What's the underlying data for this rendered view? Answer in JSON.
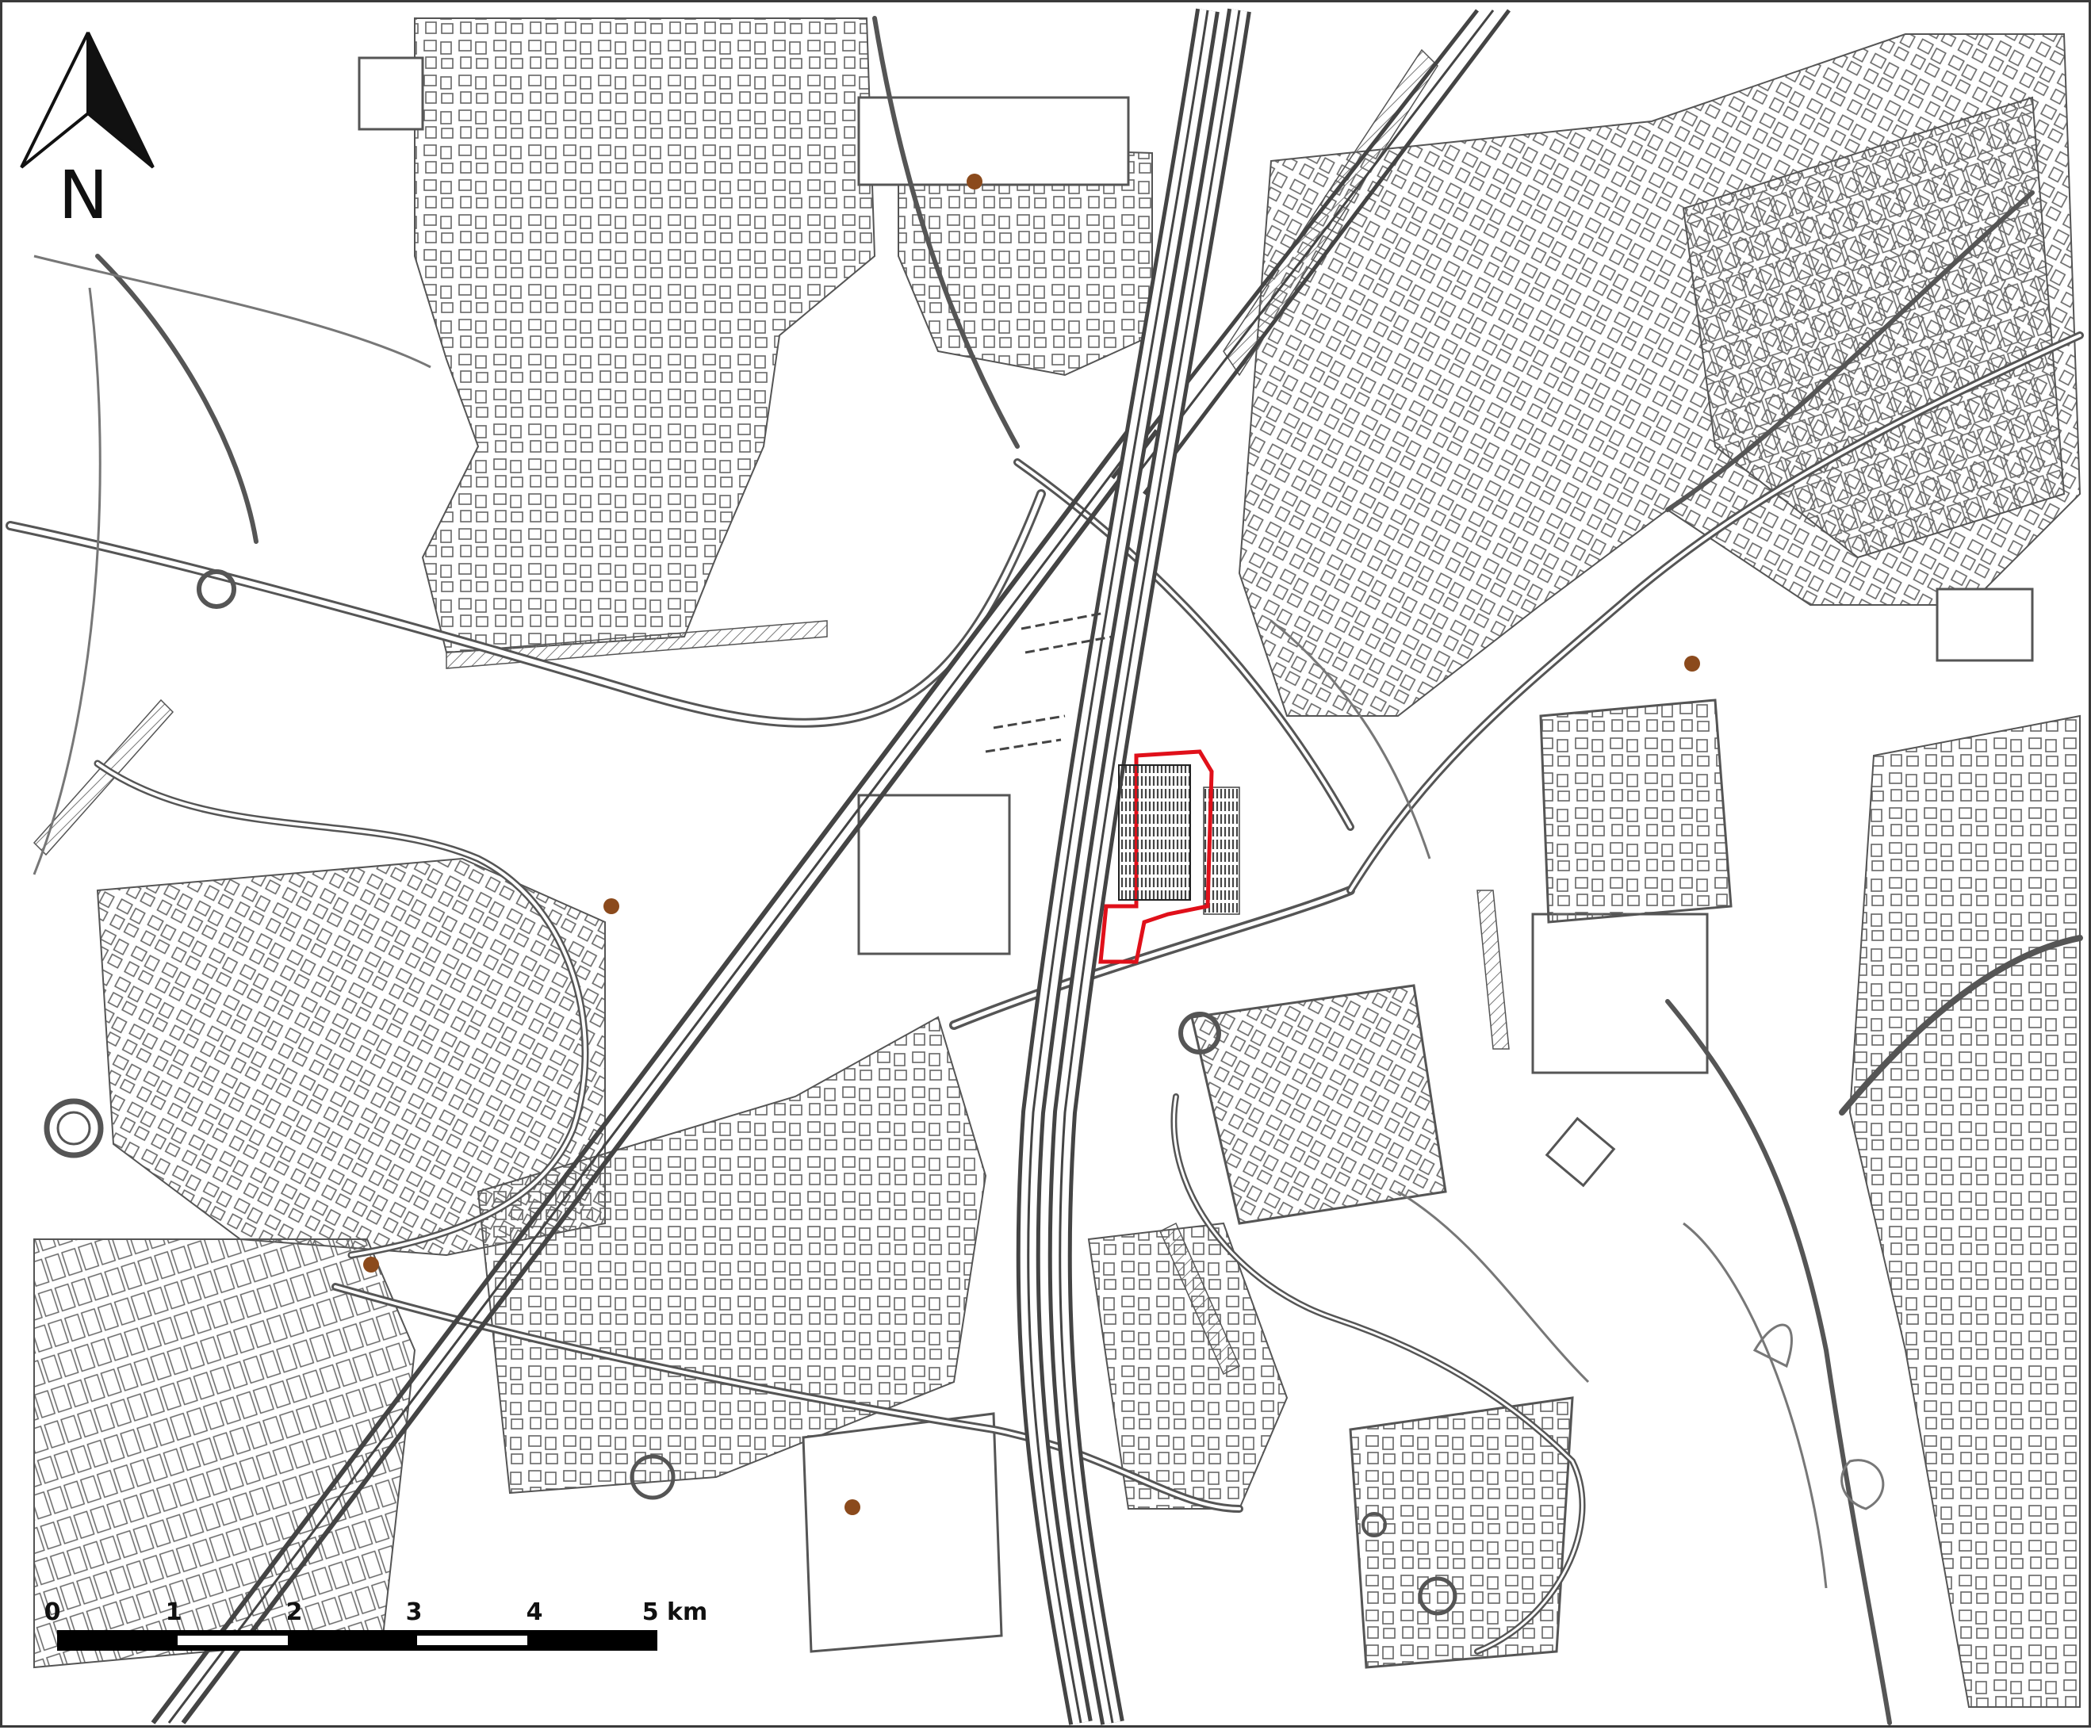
{
  "north_arrow": {
    "label": "N",
    "icon": "north-arrow-icon"
  },
  "scale_bar": {
    "ticks": [
      "0",
      "1",
      "2",
      "3",
      "4"
    ],
    "end_label": "5 km",
    "segments": 5,
    "colors": {
      "dark": "#000000",
      "light": "#ffffff"
    }
  },
  "map": {
    "style": "monochrome street plan",
    "line_color": "#555555",
    "background": "#ffffff",
    "site_boundary_color": "#e0101a",
    "marker_color": "#8b4a1c",
    "markers": [
      {
        "name": "marker-north"
      },
      {
        "name": "marker-east"
      },
      {
        "name": "marker-west-centre"
      },
      {
        "name": "marker-southwest"
      },
      {
        "name": "marker-south"
      }
    ]
  }
}
